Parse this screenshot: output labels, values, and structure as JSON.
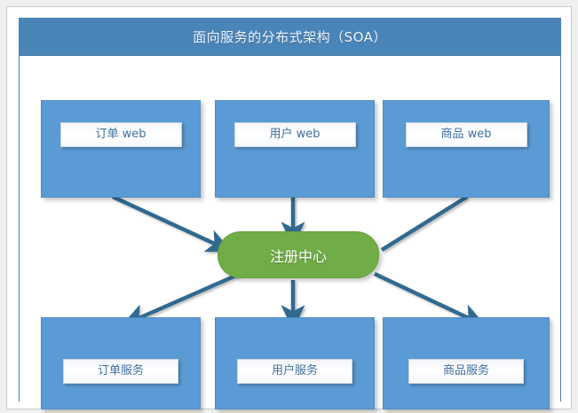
{
  "page": {
    "background_color": "#efefef",
    "card_background": "#ffffff"
  },
  "diagram": {
    "title": "面向服务的分布式架构（SOA）",
    "header_color": "#4a85b9",
    "node_color": "#5b9bd5",
    "registry_color": "#70ad47",
    "connector_color": "#31698f",
    "watermark": "",
    "top_row": [
      {
        "id": "order-web",
        "label": "订单 web"
      },
      {
        "id": "user-web",
        "label": "用户 web"
      },
      {
        "id": "product-web",
        "label": "商品 web"
      }
    ],
    "registry": {
      "id": "registry-center",
      "label": "注册中心"
    },
    "bottom_row": [
      {
        "id": "order-service",
        "label": "订单服务"
      },
      {
        "id": "user-service",
        "label": "用户服务"
      },
      {
        "id": "product-service",
        "label": "商品服务"
      }
    ],
    "connections": [
      {
        "from": "order-web",
        "to": "registry-center",
        "direction": "to-registry",
        "arrowhead": true
      },
      {
        "from": "user-web",
        "to": "registry-center",
        "direction": "to-registry",
        "arrowhead": true
      },
      {
        "from": "product-web",
        "to": "registry-center",
        "direction": "to-registry",
        "arrowhead": false
      },
      {
        "from": "registry-center",
        "to": "order-service",
        "direction": "from-registry",
        "arrowhead": true
      },
      {
        "from": "registry-center",
        "to": "user-service",
        "direction": "from-registry",
        "arrowhead": true
      },
      {
        "from": "registry-center",
        "to": "product-service",
        "direction": "from-registry",
        "arrowhead": true
      }
    ]
  }
}
